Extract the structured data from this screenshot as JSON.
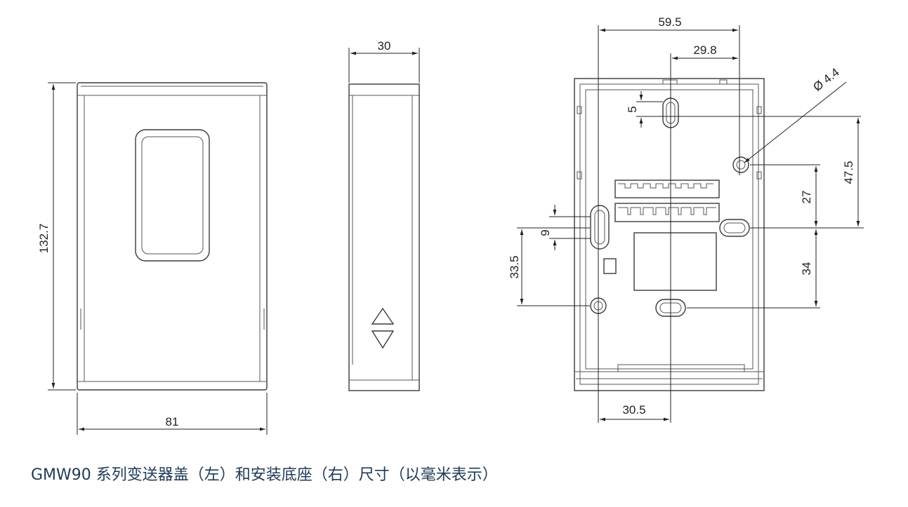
{
  "dimensions": {
    "cover_height": "132.7",
    "cover_width": "81",
    "side_depth": "30",
    "base_width": "59.5",
    "base_half_width": "29.8",
    "hole_diameter": "Ø 4.4",
    "slot_5": "5",
    "vert_47_5": "47.5",
    "vert_27": "27",
    "slot_9": "9",
    "vert_33_5": "33.5",
    "vert_34": "34",
    "bottom_30_5": "30.5"
  },
  "caption": "GMW90 系列变送器盖（左）和安装底座（右）尺寸（以毫米表示）"
}
